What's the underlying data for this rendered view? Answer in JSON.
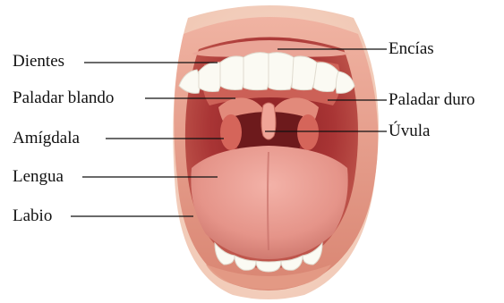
{
  "labels": {
    "dientes": "Dientes",
    "paladar_blando": "Paladar blando",
    "amigdala": "Amígdala",
    "lengua": "Lengua",
    "labio": "Labio",
    "encias": "Encías",
    "paladar_duro": "Paladar duro",
    "uvula": "Úvula"
  },
  "colors": {
    "lip": "#e8a08e",
    "lip_dark": "#c9745f",
    "skin": "#f6d7c9",
    "throat": "#7a1e1e",
    "cavity": "#a83232",
    "tongue": "#e7978f",
    "tongue_dark": "#cf7a73",
    "teeth": "#fbfaf3",
    "gums": "#e9a79a",
    "leader_line": "#111111"
  }
}
